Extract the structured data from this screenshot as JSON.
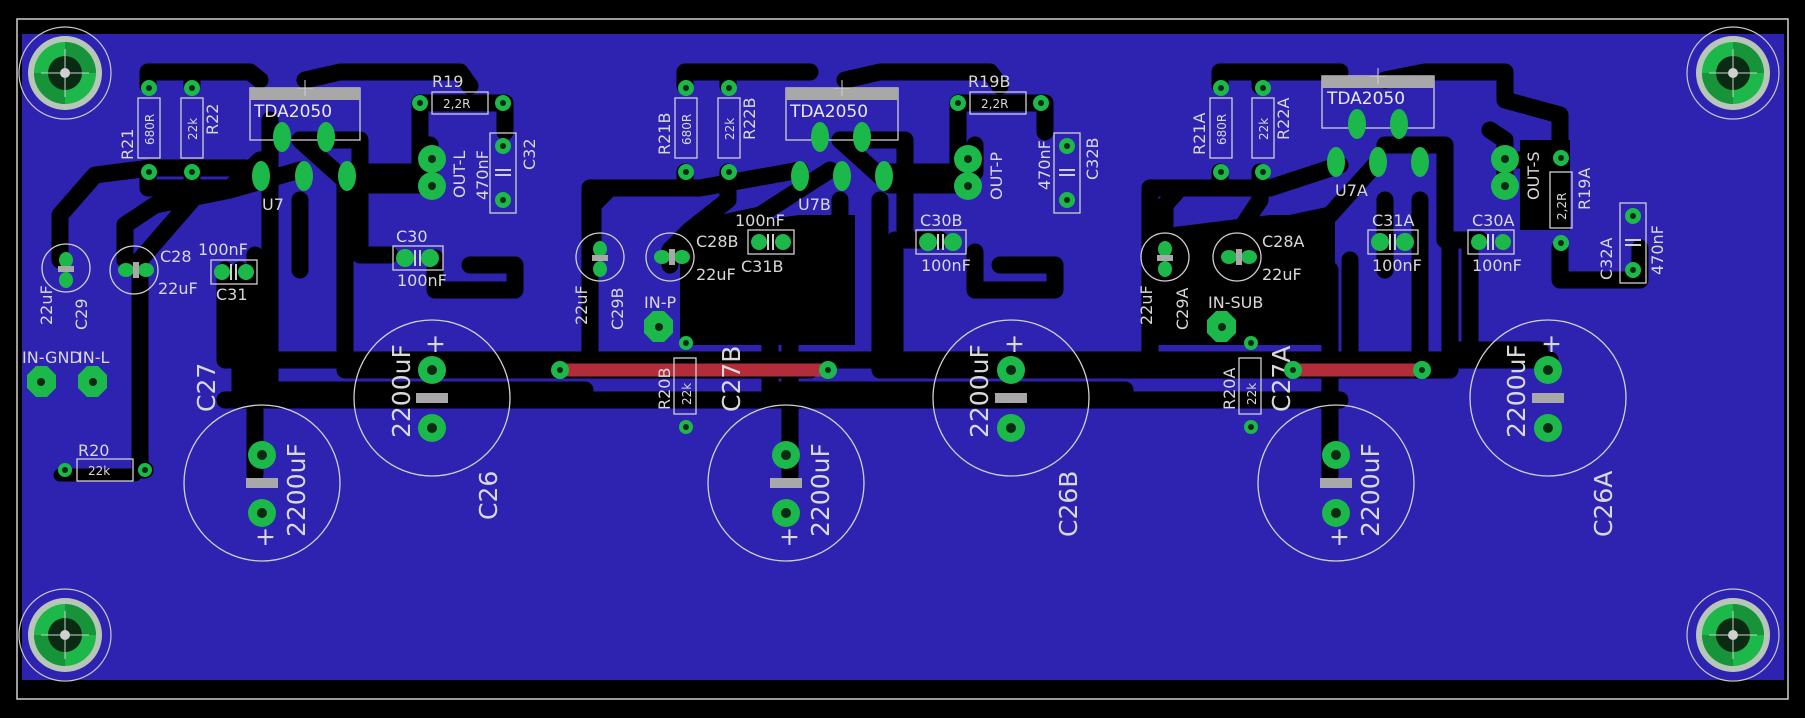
{
  "colors": {
    "background": "#000000",
    "copper_pour": "#2e23b0",
    "trace_clear": "#000000",
    "pad": "#1db84a",
    "top_trace": "#c2303f",
    "silkscreen": "#d8d8d8",
    "tab": "#a8a8a8"
  },
  "ics": [
    {
      "part": "TDA2050",
      "ref": "U7"
    },
    {
      "part": "TDA2050",
      "ref": "U7B"
    },
    {
      "part": "TDA2050",
      "ref": "U7A"
    }
  ],
  "connectors": {
    "in_gnd": "IN-GND",
    "in_l": "IN-L",
    "in_p": "IN-P",
    "in_sub": "IN-SUB",
    "out_l": "OUT-L",
    "out_p": "OUT-P",
    "out_s": "OUT-S"
  },
  "resistors": {
    "r19": {
      "ref": "R19",
      "value": "2,2R"
    },
    "r19b": {
      "ref": "R19B",
      "value": "2,2R"
    },
    "r19a": {
      "ref": "R19A",
      "value": "2,2R"
    },
    "r21": {
      "ref": "R21",
      "value": "680R"
    },
    "r21b": {
      "ref": "R21B",
      "value": "680R"
    },
    "r21a": {
      "ref": "R21A",
      "value": "680R"
    },
    "r22": {
      "ref": "R22",
      "value": "22k"
    },
    "r22b": {
      "ref": "R22B",
      "value": "22k"
    },
    "r22a": {
      "ref": "R22A",
      "value": "22k"
    },
    "r20": {
      "ref": "R20",
      "value": "22k"
    },
    "r20b": {
      "ref": "R20B",
      "value": "22k"
    },
    "r20a": {
      "ref": "R20A",
      "value": "22k"
    }
  },
  "caps": {
    "c32": {
      "ref": "C32",
      "value": "470nF"
    },
    "c32b": {
      "ref": "C32B",
      "value": "470nF"
    },
    "c32a": {
      "ref": "C32A",
      "value": "470nF"
    },
    "c28": {
      "ref": "C28",
      "value": "22uF"
    },
    "c28b": {
      "ref": "C28B",
      "value": "22uF"
    },
    "c28a": {
      "ref": "C28A",
      "value": "22uF"
    },
    "c29": {
      "ref": "C29",
      "value": "22uF"
    },
    "c29b": {
      "ref": "C29B",
      "value": "22uF"
    },
    "c29a": {
      "ref": "C29A",
      "value": "22uF"
    },
    "c30": {
      "ref": "C30",
      "value": "100nF"
    },
    "c30b": {
      "ref": "C30B",
      "value": "100nF"
    },
    "c30a": {
      "ref": "C30A",
      "value": "100nF"
    },
    "c31": {
      "ref": "C31",
      "value": "100nF"
    },
    "c31b": {
      "ref": "C31B",
      "value": "100nF"
    },
    "c31a": {
      "ref": "C31A",
      "value": "100nF"
    },
    "c26": {
      "ref": "C26",
      "value": "2200uF"
    },
    "c26b": {
      "ref": "C26B",
      "value": "2200uF"
    },
    "c26a": {
      "ref": "C26A",
      "value": "2200uF"
    },
    "c27": {
      "ref": "C27",
      "value": "2200uF"
    },
    "c27b": {
      "ref": "C27B",
      "value": "2200uF"
    },
    "c27a": {
      "ref": "C27A",
      "value": "2200uF"
    }
  },
  "symbols": {
    "plus": "+"
  }
}
